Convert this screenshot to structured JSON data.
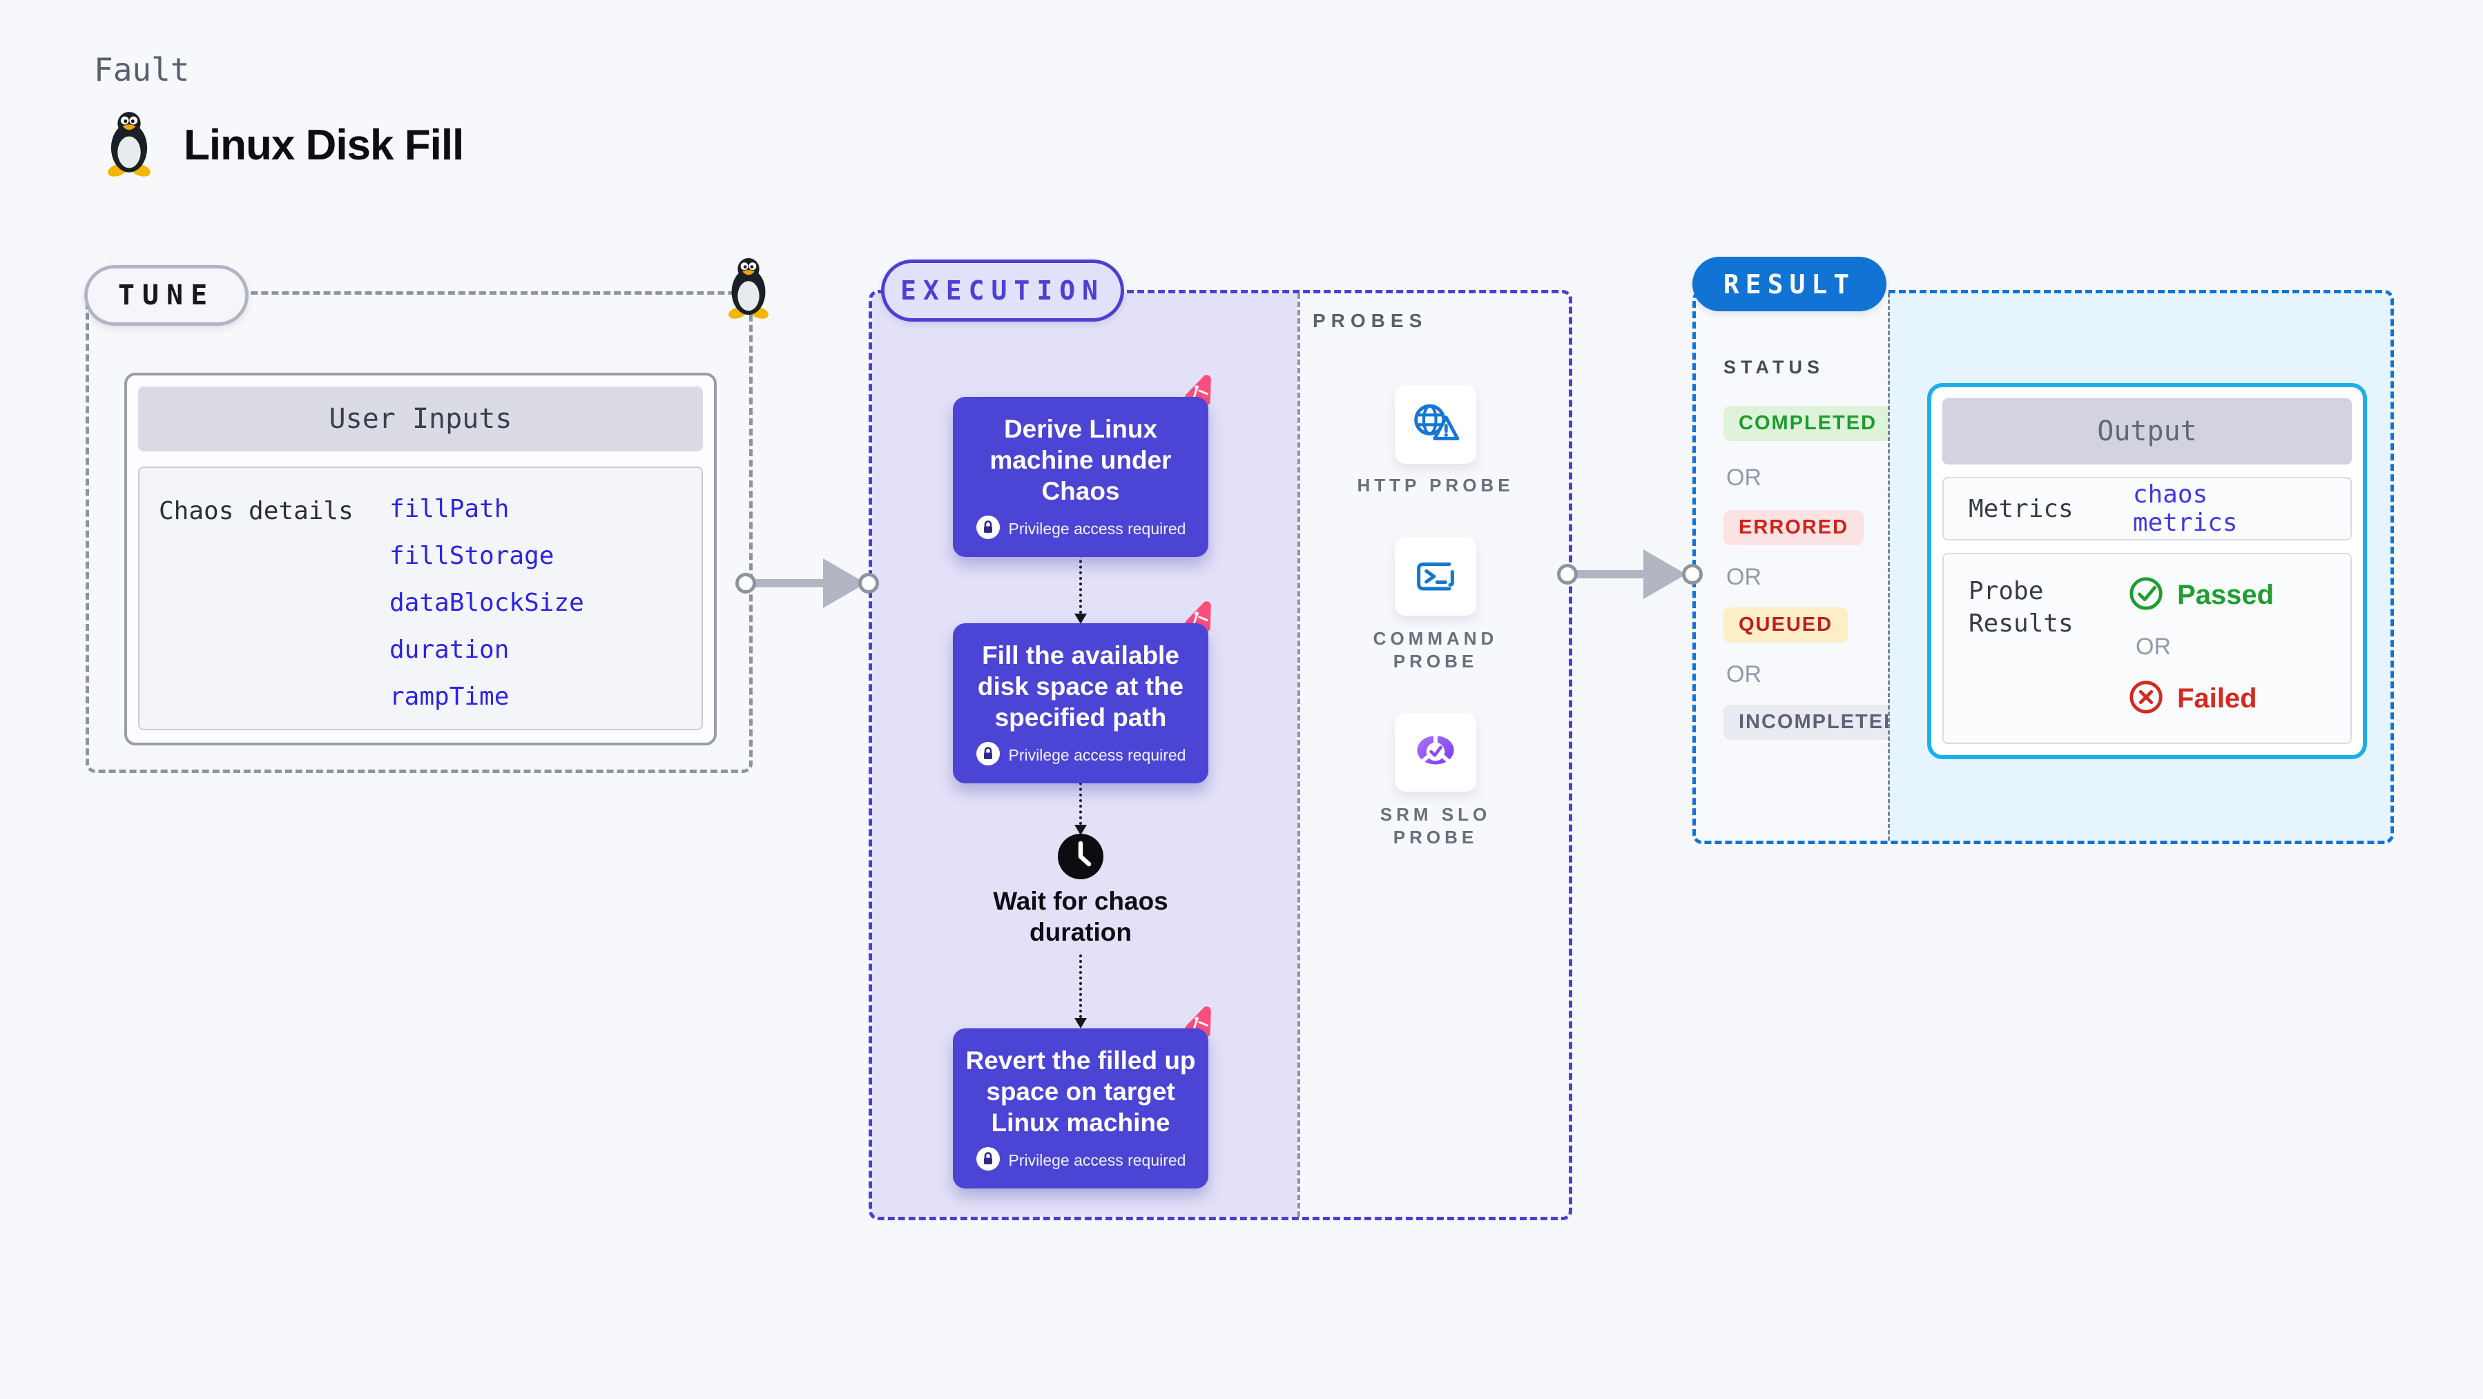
{
  "header": {
    "fault_label": "Fault",
    "title": "Linux Disk Fill"
  },
  "tune": {
    "badge": "TUNE",
    "card": {
      "header": "User Inputs",
      "row_label": "Chaos details",
      "inputs": [
        "fillPath",
        "fillStorage",
        "dataBlockSize",
        "duration",
        "rampTime"
      ]
    }
  },
  "execution": {
    "badge": "EXECUTION",
    "steps": [
      {
        "title": "Derive Linux machine under Chaos",
        "note": "Privilege access required"
      },
      {
        "title": "Fill the available disk space at the specified path",
        "note": "Privilege access required"
      },
      {
        "title": "Revert the filled up space on target Linux machine",
        "note": "Privilege access required"
      }
    ],
    "wait_step": {
      "title": "Wait for chaos duration"
    }
  },
  "probes": {
    "label": "PROBES",
    "items": [
      {
        "label": "HTTP PROBE",
        "icon": "globe-alert-icon"
      },
      {
        "label": "COMMAND PROBE",
        "icon": "terminal-icon"
      },
      {
        "label": "SRM SLO PROBE",
        "icon": "slo-pie-icon"
      }
    ]
  },
  "result": {
    "badge": "RESULT",
    "status": {
      "label": "STATUS",
      "or_label": "OR",
      "options": [
        {
          "label": "COMPLETED",
          "bg": "#def3da",
          "fg": "#1c9c2e"
        },
        {
          "label": "ERRORED",
          "bg": "#fbe3e4",
          "fg": "#cf2218"
        },
        {
          "label": "QUEUED",
          "bg": "#fceec5",
          "fg": "#c01b24"
        },
        {
          "label": "INCOMPLETED",
          "bg": "#eaeaf2",
          "fg": "#5f6274"
        }
      ]
    },
    "output": {
      "header": "Output",
      "metrics_label": "Metrics",
      "metrics_link": "chaos metrics",
      "probe_results_label": "Probe Results",
      "passed_label": "Passed",
      "or_label": "OR",
      "failed_label": "Failed"
    }
  },
  "colors": {
    "accent_indigo": "#4a40d4",
    "card_indigo": "#4b44d4",
    "result_blue": "#1173d4",
    "output_border_cyan": "#1cb0e8",
    "chaos_pink": "#fb4d7e",
    "link_blue": "#2b24e0",
    "passed_green": "#1f9d2f",
    "failed_red": "#d42a1e",
    "probe_icon_blue": "#1577d2"
  }
}
